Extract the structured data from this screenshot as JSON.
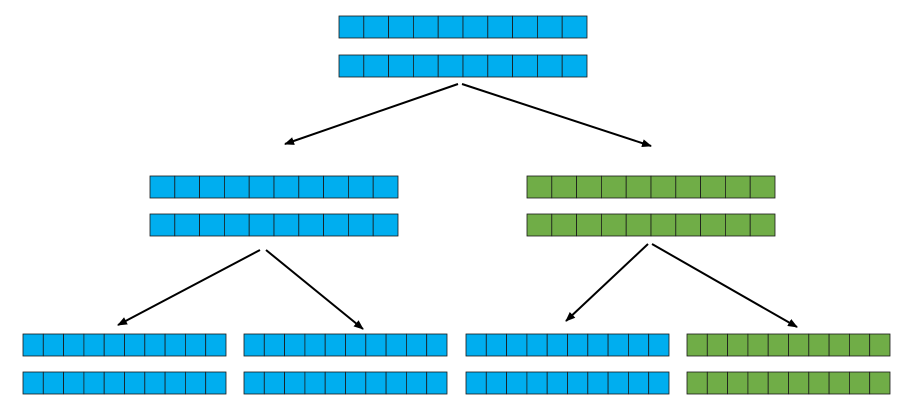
{
  "colors": {
    "blue": "#00AEEF",
    "green": "#70AD47",
    "cell_border": "#1a1a1a",
    "arrow": "#000000",
    "background": "#FFFFFF"
  },
  "tree": {
    "levels": 3,
    "rows_per_node": 2,
    "nodes": [
      {
        "id": "root",
        "level": 0,
        "color": "blue",
        "cells": 10
      },
      {
        "id": "left",
        "level": 1,
        "color": "blue",
        "cells": 10
      },
      {
        "id": "right",
        "level": 1,
        "color": "green",
        "cells": 10
      },
      {
        "id": "left-left",
        "level": 2,
        "color": "blue",
        "cells": 10
      },
      {
        "id": "left-right",
        "level": 2,
        "color": "blue",
        "cells": 10
      },
      {
        "id": "right-left",
        "level": 2,
        "color": "blue",
        "cells": 10
      },
      {
        "id": "right-right",
        "level": 2,
        "color": "green",
        "cells": 10
      }
    ],
    "edges": [
      {
        "from": "root",
        "to": "left"
      },
      {
        "from": "root",
        "to": "right"
      },
      {
        "from": "left",
        "to": "left-left"
      },
      {
        "from": "left",
        "to": "left-right"
      },
      {
        "from": "right",
        "to": "right-left"
      },
      {
        "from": "right",
        "to": "right-right"
      }
    ]
  }
}
